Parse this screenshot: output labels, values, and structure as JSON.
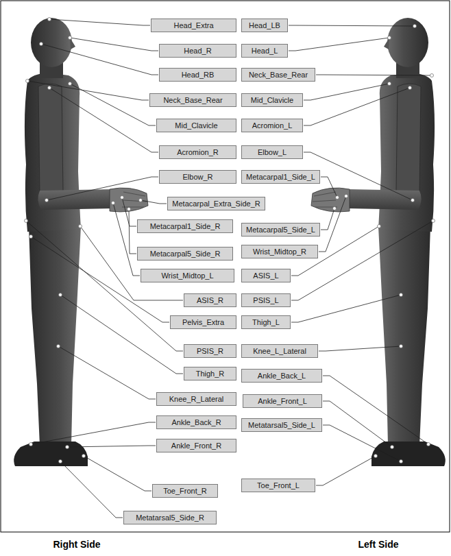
{
  "diagram": {
    "nodes": [
      {
        "text": [
          "Head_Extra"
        ]
      },
      {
        "text": [
          "Head_LB"
        ]
      },
      {
        "text": [
          "Head_R"
        ]
      },
      {
        "text": [
          "Head_L"
        ]
      },
      {
        "text": [
          "Head_RB"
        ]
      },
      {
        "text": [
          "Neck_Base_Rear"
        ]
      },
      {
        "text": [
          "Neck_Base_Rear"
        ]
      },
      {
        "text": [
          "Mid_Clavicle"
        ]
      },
      {
        "text": [
          "Mid_Clavicle"
        ]
      },
      {
        "text": [
          "Acromion_L"
        ]
      },
      {
        "text": [
          "Acromion_R"
        ]
      },
      {
        "text": [
          "Elbow_L"
        ]
      },
      {
        "text": [
          "Elbow_R"
        ]
      },
      {
        "text": [
          "Metacarpal1_Side_L"
        ]
      },
      {
        "text": [
          "Metacarpal_Extra_Side_R"
        ]
      },
      {
        "text": [
          "Metacarpal1_Side_R"
        ]
      },
      {
        "text": [
          "Metacarpal5_Side_L"
        ]
      },
      {
        "text": [
          "Wrist_Midtop_R"
        ]
      },
      {
        "text": [
          "Metacarpal5_Side_R"
        ]
      },
      {
        "text": [
          "Wrist_Midtop_L"
        ]
      },
      {
        "text": [
          "ASIS_L"
        ]
      },
      {
        "text": [
          "ASIS_R"
        ]
      },
      {
        "text": [
          "PSIS_L"
        ]
      },
      {
        "text": [
          "Pelvis_Extra"
        ]
      },
      {
        "text": [
          "Thigh_L"
        ]
      },
      {
        "text": [
          "PSIS_R"
        ]
      },
      {
        "text": [
          "Knee_L_Lateral"
        ]
      },
      {
        "text": [
          "Thigh_R"
        ]
      },
      {
        "text": [
          "Ankle_Back_L"
        ]
      },
      {
        "text": [
          "Knee_R_Lateral"
        ]
      },
      {
        "text": [
          "Ankle_Front_L"
        ]
      },
      {
        "text": [
          "Ankle_Back_R"
        ]
      },
      {
        "text": [
          "Metatarsal5_Side_L"
        ]
      },
      {
        "text": [
          "Ankle_Front_R"
        ]
      },
      {
        "text": [
          "Toe_Front_L"
        ]
      },
      {
        "text": [
          "Toe_Front_R"
        ]
      },
      {
        "text": [
          "Metatarsal5_Side_R"
        ]
      }
    ],
    "labels": [
      "Right Side",
      "Left Side"
    ]
  }
}
